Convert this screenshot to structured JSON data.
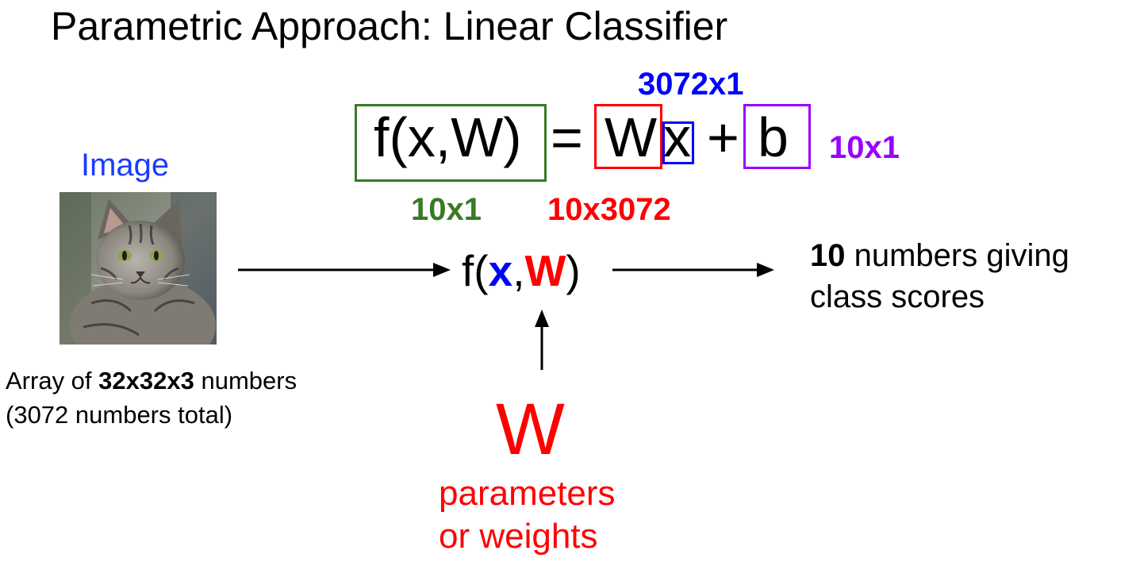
{
  "title": "Parametric Approach: Linear Classifier",
  "equation": {
    "lhs": "f(x,W)",
    "equals": "=",
    "weight": "W",
    "input": "x",
    "plus": "+",
    "bias": "b"
  },
  "dimensions": {
    "x": "3072x1",
    "b": "10x1",
    "f": "10x1",
    "W": "10x3072"
  },
  "image_label": "Image",
  "array_desc": {
    "prefix": "Array of ",
    "dims": "32x32x3",
    "suffix": " numbers",
    "line2": "(3072 numbers total)"
  },
  "func": {
    "open": "f(",
    "x": "x",
    "comma": ",",
    "w": "W",
    "close": ")"
  },
  "output": {
    "count": "10",
    "line1_rest": " numbers giving",
    "line2": "class scores"
  },
  "weights": {
    "symbol": "W",
    "line1": "parameters",
    "line2": "or weights"
  },
  "colors": {
    "green": "#3a7a26",
    "red": "#ff0000",
    "blue": "#0000ff",
    "purple": "#9a00ff",
    "image_label": "#1a3bff"
  }
}
